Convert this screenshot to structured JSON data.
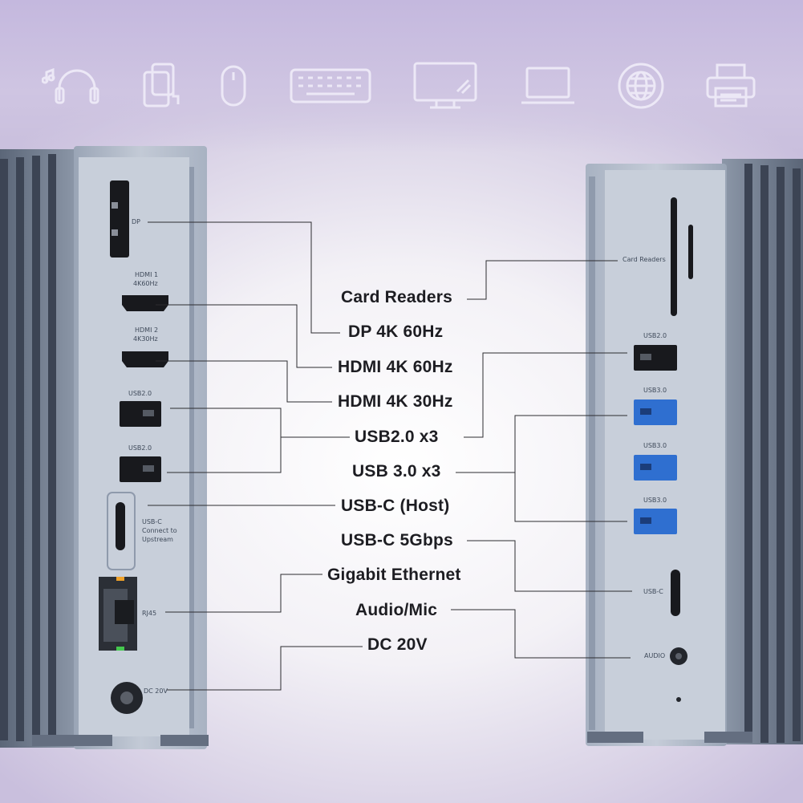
{
  "background_color": "#f3f1f6",
  "accent_color": "#c4b8de",
  "icons": [
    "headphones-icon",
    "external-drive-icon",
    "mouse-icon",
    "keyboard-icon",
    "monitor-icon",
    "laptop-icon",
    "globe-icon",
    "printer-icon"
  ],
  "callouts": {
    "card_readers": "Card Readers",
    "dp": "DP 4K 60Hz",
    "hdmi1": "HDMI 4K 60Hz",
    "hdmi2": "HDMI 4K 30Hz",
    "usb2": "USB2.0 x3",
    "usb3": "USB 3.0 x3",
    "usbc_host": "USB-C (Host)",
    "usbc_5g": "USB-C 5Gbps",
    "ethernet": "Gigabit Ethernet",
    "audio": "Audio/Mic",
    "dc": "DC 20V"
  },
  "left_unit": {
    "dp": "DP",
    "hdmi1_line1": "HDMI 1",
    "hdmi1_line2": "4K60Hz",
    "hdmi2_line1": "HDMI 2",
    "hdmi2_line2": "4K30Hz",
    "usb2_a": "USB2.0",
    "usb2_b": "USB2.0",
    "usbc_line1": "USB-C",
    "usbc_line2": "Connect to",
    "usbc_line3": "Upstream",
    "rj45": "RJ45",
    "dc": "DC 20V"
  },
  "right_unit": {
    "card_readers": "Card Readers",
    "usb2": "USB2.0",
    "usb3_a": "USB3.0",
    "usb3_b": "USB3.0",
    "usb3_c": "USB3.0",
    "usbc": "USB-C",
    "audio": "AUDIO"
  },
  "port_blue": "#2f6fd0",
  "metal_color": "#a9b3c3"
}
